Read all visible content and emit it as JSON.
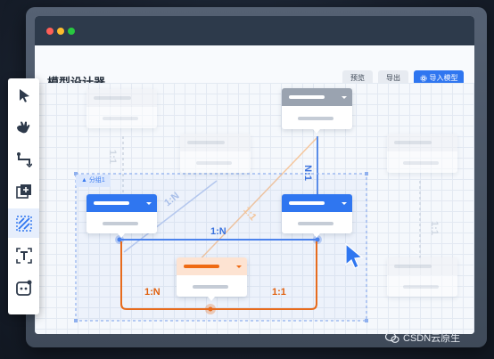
{
  "window": {
    "traffic_lights": [
      "#ff5f57",
      "#febc2e",
      "#28c840"
    ]
  },
  "header": {
    "title": "模型设计器",
    "buttons": {
      "preview": "预览",
      "export": "导出",
      "import_model": "导入模型"
    }
  },
  "canvas": {
    "group_label": "分组1",
    "relations": {
      "blue_main": "1:N",
      "blue_diag": "1:N",
      "orange_left": "1:N",
      "orange_right": "1:1",
      "diag_orange": "1:1",
      "vertical_n1": "N:1",
      "faded_left": "1:1",
      "faded_right": "1:1"
    }
  },
  "toolbar": {
    "tools": [
      "select-icon",
      "pan-hand-icon",
      "connector-icon",
      "add-entity-icon",
      "relation-icon",
      "text-icon",
      "settings-icon"
    ],
    "active_index": 4
  },
  "colors": {
    "accent_blue": "#2f76f0",
    "accent_orange": "#ef6a12",
    "titlebar": "#2d3a4b"
  },
  "watermark": "CSDN云原生"
}
